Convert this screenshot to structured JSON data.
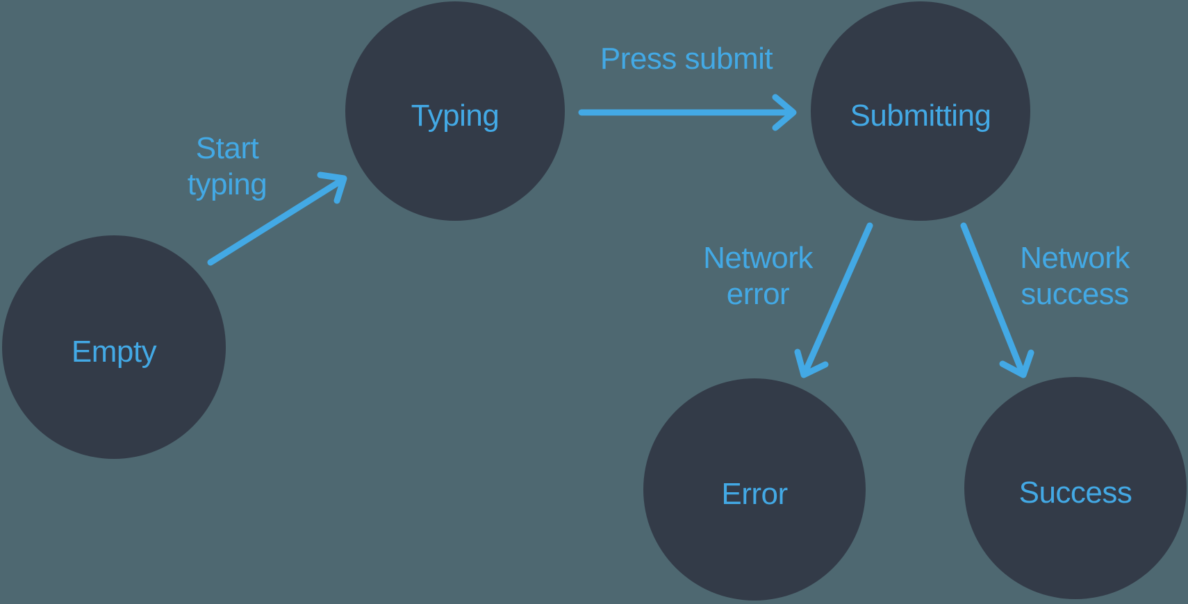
{
  "colors": {
    "bg": "#4e6871",
    "node_fill": "#333b48",
    "accent": "#43a9e5"
  },
  "diagram": {
    "type": "state-machine",
    "states": [
      {
        "id": "empty",
        "label": "Empty"
      },
      {
        "id": "typing",
        "label": "Typing"
      },
      {
        "id": "submitting",
        "label": "Submitting"
      },
      {
        "id": "error",
        "label": "Error"
      },
      {
        "id": "success",
        "label": "Success"
      }
    ],
    "transitions": [
      {
        "from": "empty",
        "to": "typing",
        "label": "Start\ntyping"
      },
      {
        "from": "typing",
        "to": "submitting",
        "label": "Press submit"
      },
      {
        "from": "submitting",
        "to": "error",
        "label": "Network\nerror"
      },
      {
        "from": "submitting",
        "to": "success",
        "label": "Network\nsuccess"
      }
    ]
  }
}
